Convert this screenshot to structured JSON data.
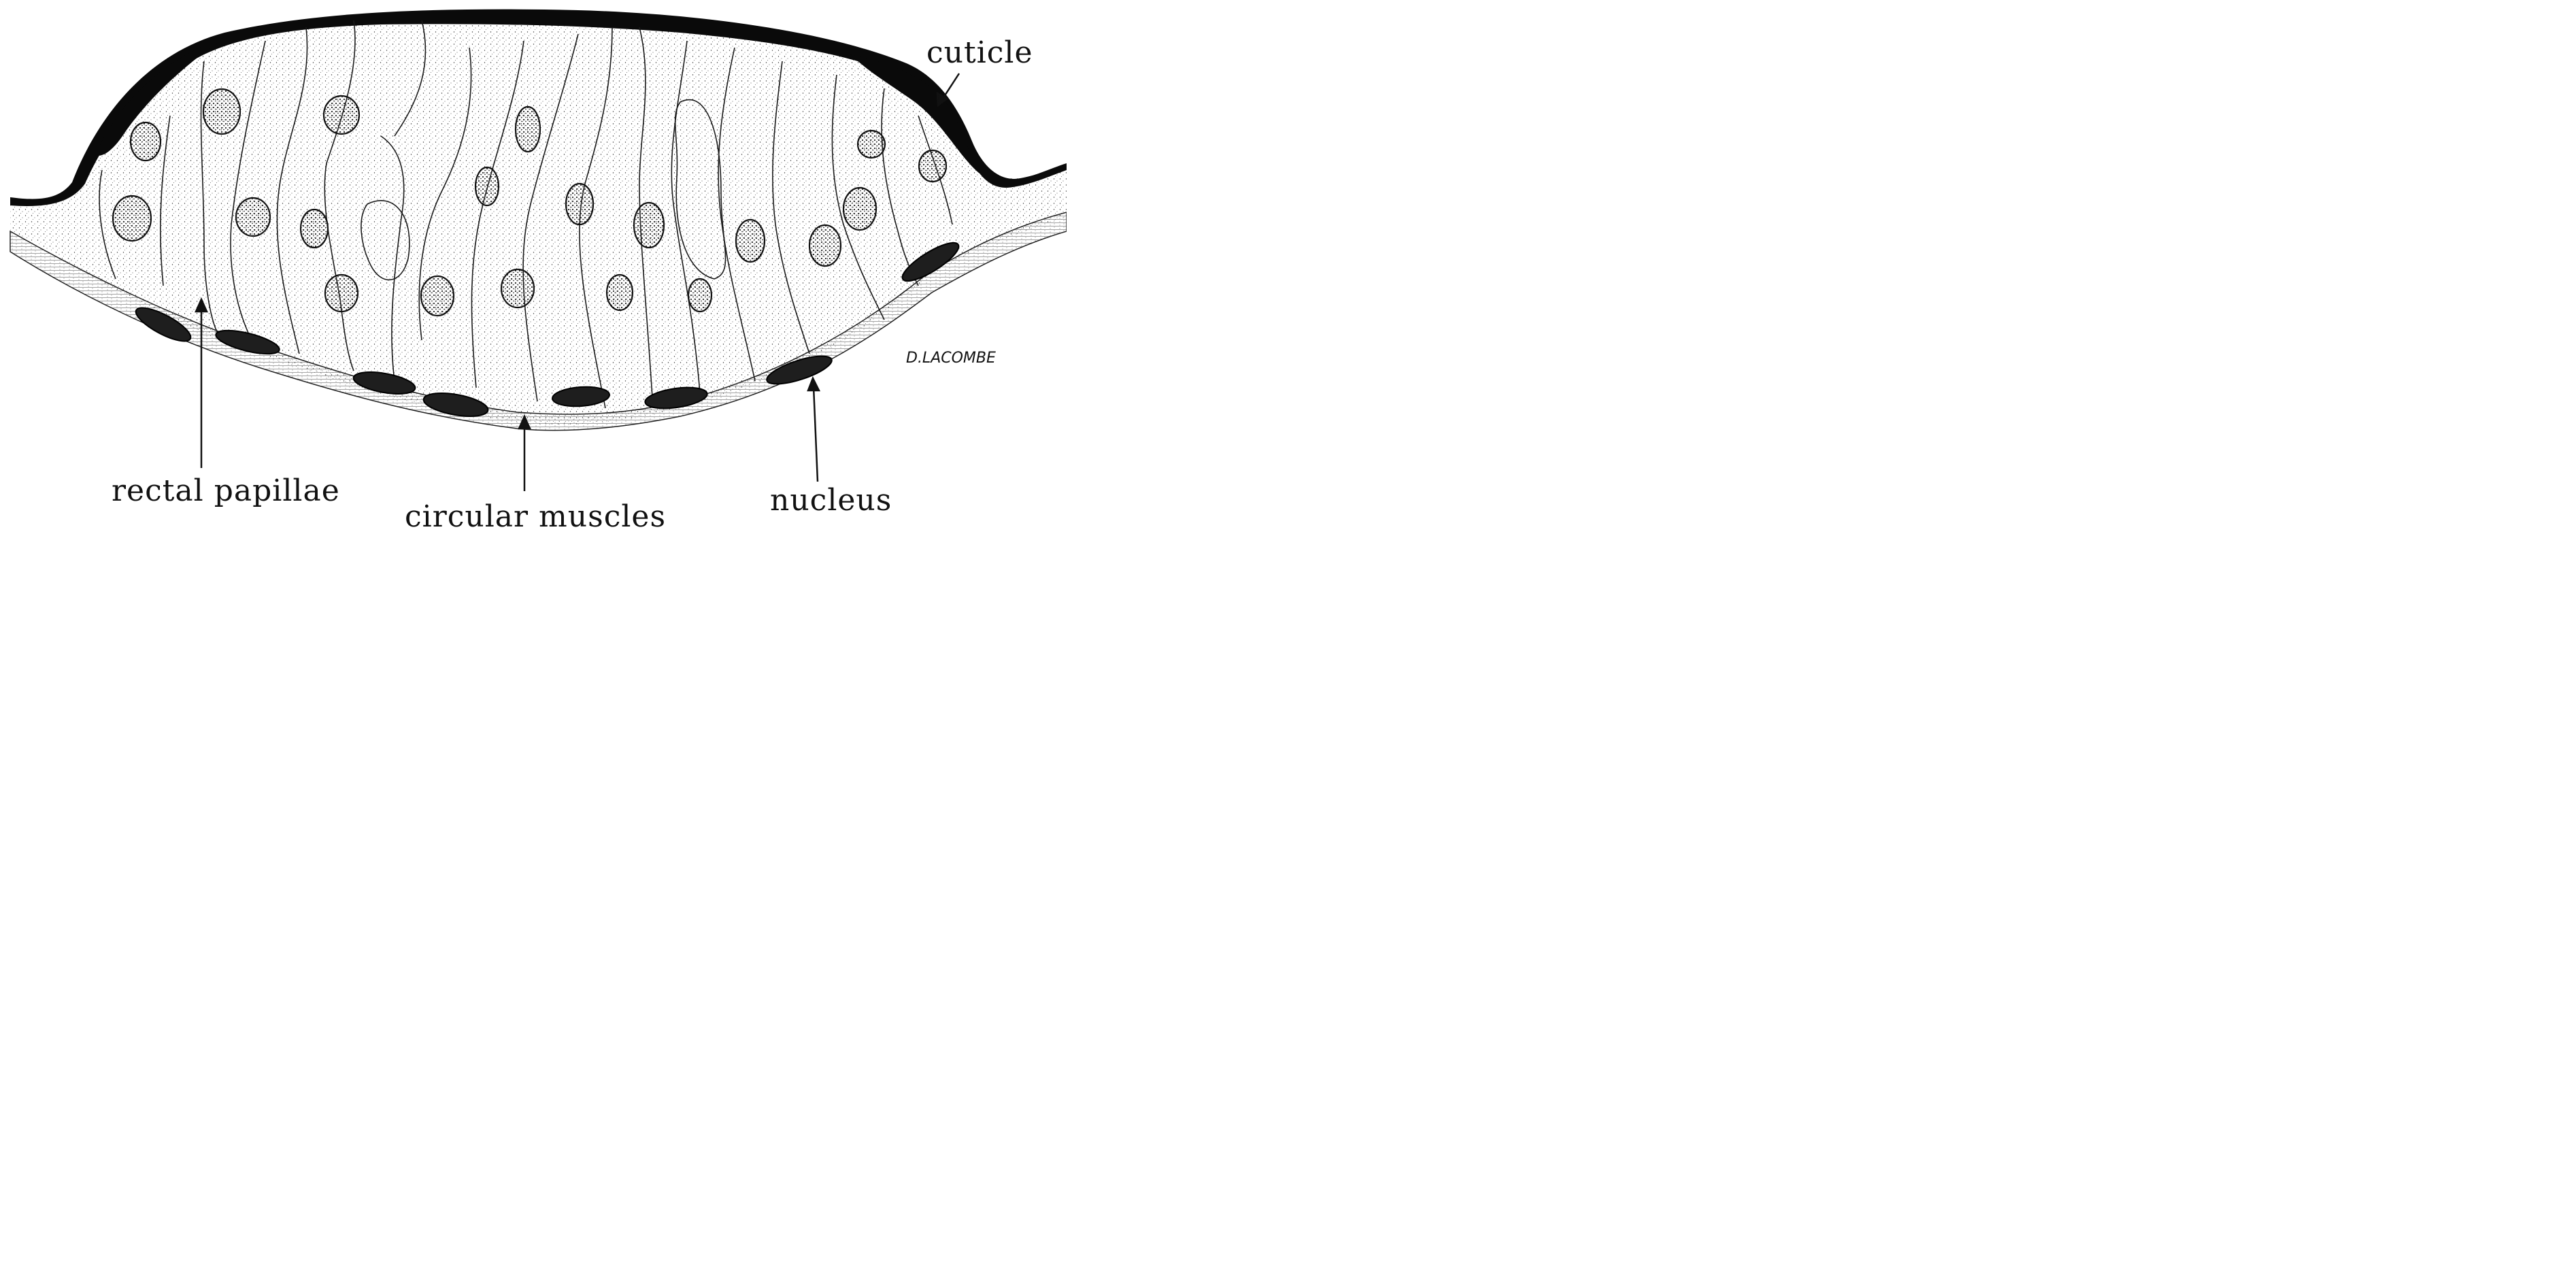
{
  "labels": {
    "cuticle": "cuticle",
    "rectal_papillae": "rectal papillae",
    "circular_muscles": "circular muscles",
    "nucleus": "nucleus"
  },
  "signature": "D.LACOMBE"
}
